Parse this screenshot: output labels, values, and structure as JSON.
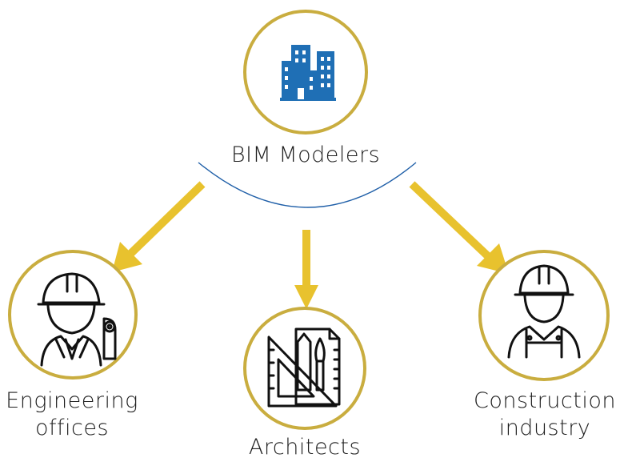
{
  "colors": {
    "ring": "#c9ad3f",
    "arrow": "#e8c22e",
    "arc": "#1f5fa8",
    "building": "#1f6fb5",
    "icon_line": "#111111"
  },
  "top": {
    "label": "BIM Modelers",
    "icon": "buildings-icon"
  },
  "nodes": [
    {
      "line1": "Engineering",
      "line2": "offices",
      "icon": "engineer-icon"
    },
    {
      "line1": "Architects",
      "line2": "",
      "icon": "architect-tools-icon"
    },
    {
      "line1": "Construction",
      "line2": "industry",
      "icon": "construction-worker-icon"
    }
  ]
}
